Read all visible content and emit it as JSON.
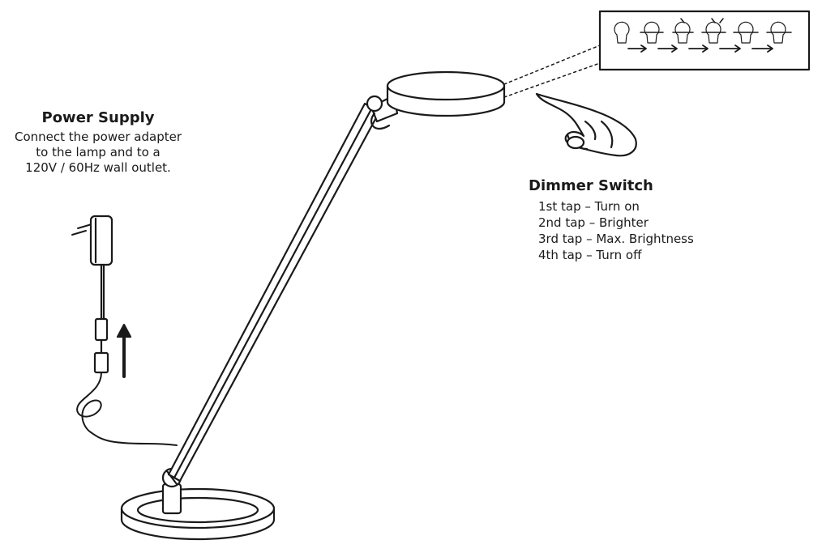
{
  "power_supply": {
    "title": "Power Supply",
    "lines": [
      "Connect the power adapter",
      "to the lamp and to a",
      "120V / 60Hz wall outlet."
    ]
  },
  "dimmer_switch": {
    "title": "Dimmer Switch",
    "steps": [
      "1st tap – Turn on",
      "2nd tap – Brighter",
      "3rd tap – Max. Brightness",
      "4th tap – Turn off"
    ]
  },
  "colors": {
    "line": "#1a1a1a",
    "fill": "#ffffff"
  }
}
